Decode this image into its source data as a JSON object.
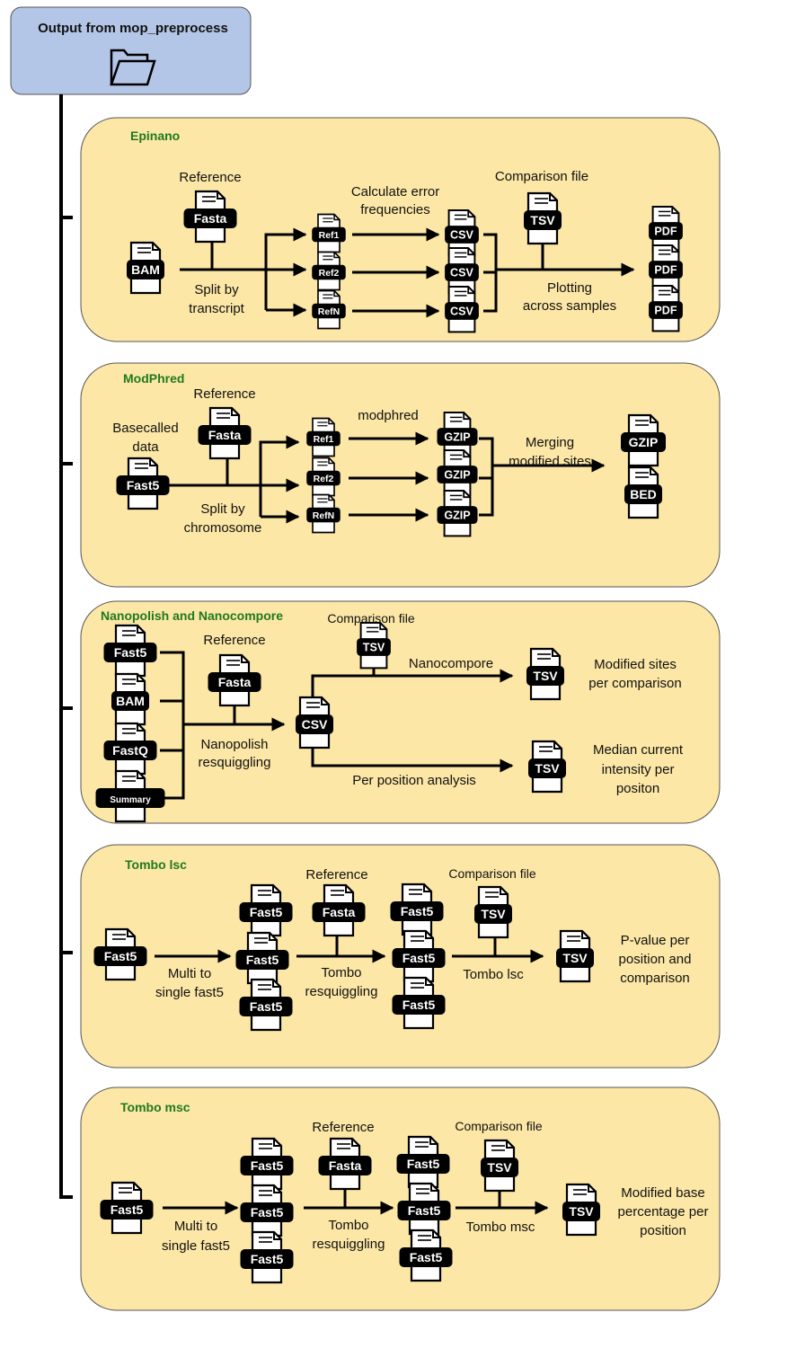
{
  "header": {
    "title": "Output from mop_preprocess",
    "icon": "folder-icon"
  },
  "colors": {
    "panel_fill": "#fce7a6",
    "panel_stroke": "#555555",
    "header_fill": "#b4c6e7",
    "section_title": "#1f7a1f"
  },
  "sections": {
    "epinano": {
      "title": "Epinano",
      "files": {
        "bam": "BAM",
        "fasta": "Fasta",
        "ref1": "Ref1",
        "ref2": "Ref2",
        "refn": "RefN",
        "csv": "CSV",
        "tsv": "TSV",
        "pdf": "PDF"
      },
      "labels": {
        "reference": "Reference",
        "split1": "Split by",
        "split2": "transcript",
        "calc1": "Calculate error",
        "calc2": "frequencies",
        "comparison": "Comparison file",
        "plot1": "Plotting",
        "plot2": "across samples"
      }
    },
    "modphred": {
      "title": "ModPhred",
      "files": {
        "fast5": "Fast5",
        "fasta": "Fasta",
        "ref1": "Ref1",
        "ref2": "Ref2",
        "refn": "RefN",
        "gzip": "GZIP",
        "bed": "BED"
      },
      "labels": {
        "basecalled1": "Basecalled",
        "basecalled2": "data",
        "reference": "Reference",
        "split1": "Split by",
        "split2": "chromosome",
        "modphred": "modphred",
        "merge1": "Merging",
        "merge2": "modified sites"
      }
    },
    "nanopolish": {
      "title": "Nanopolish and Nanocompore",
      "files": {
        "fast5": "Fast5",
        "bam": "BAM",
        "fastq": "FastQ",
        "summary": "Summary",
        "fasta": "Fasta",
        "csv": "CSV",
        "tsv": "TSV"
      },
      "labels": {
        "reference": "Reference",
        "comparison": "Comparison file",
        "nanocompore": "Nanocompore",
        "resq1": "Nanopolish",
        "resq2": "resquiggling",
        "perpos": "Per position analysis",
        "mod1": "Modified sites",
        "mod2": "per comparison",
        "med1": "Median current",
        "med2": "intensity per",
        "med3": "positon"
      }
    },
    "tombo_lsc": {
      "title": "Tombo lsc",
      "files": {
        "fast5": "Fast5",
        "fasta": "Fasta",
        "tsv": "TSV"
      },
      "labels": {
        "reference": "Reference",
        "comparison": "Comparison file",
        "multi1": "Multi to",
        "multi2": "single fast5",
        "resq1": "Tombo",
        "resq2": "resquiggling",
        "tool": "Tombo lsc",
        "out1": "P-value per",
        "out2": "position and",
        "out3": "comparison"
      }
    },
    "tombo_msc": {
      "title": "Tombo msc",
      "files": {
        "fast5": "Fast5",
        "fasta": "Fasta",
        "tsv": "TSV"
      },
      "labels": {
        "reference": "Reference",
        "comparison": "Comparison file",
        "multi1": "Multi to",
        "multi2": "single fast5",
        "resq1": "Tombo",
        "resq2": "resquiggling",
        "tool": "Tombo msc",
        "out1": "Modified base",
        "out2": "percentage per",
        "out3": "position"
      }
    }
  }
}
